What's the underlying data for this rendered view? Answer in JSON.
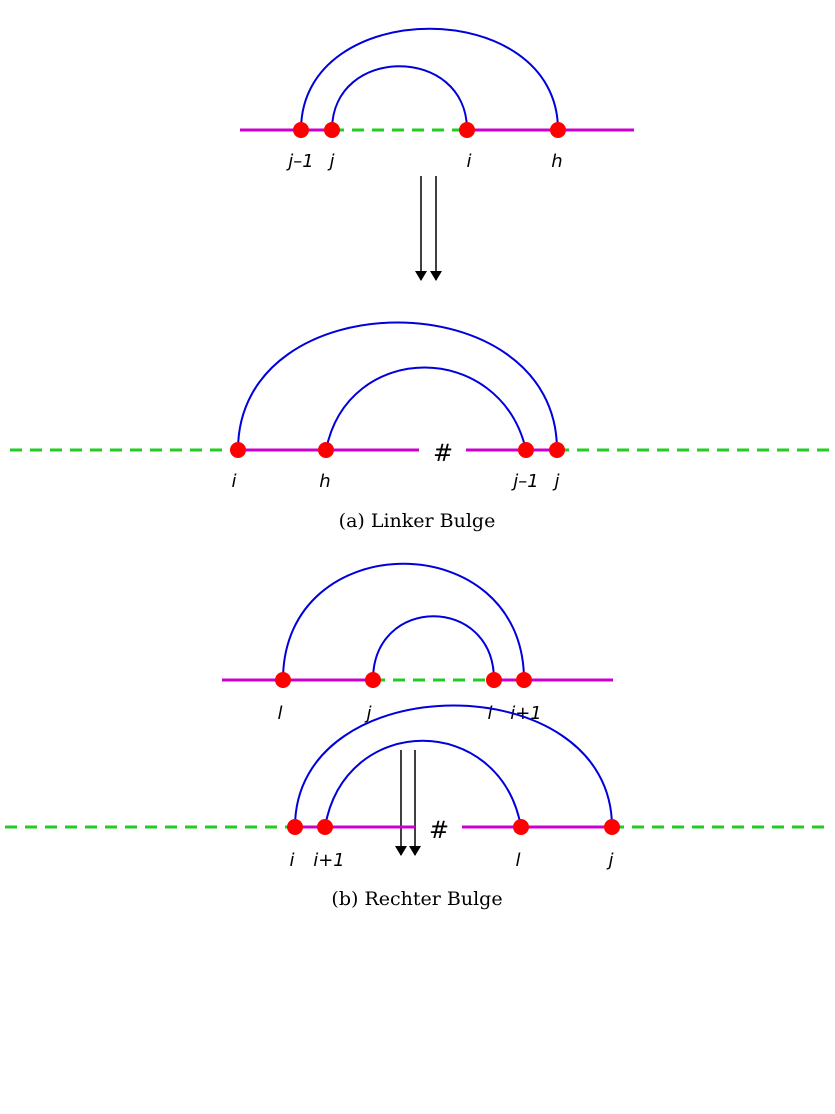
{
  "colors": {
    "solid_segment": "#cc00cc",
    "dashed_segment": "#22cc22",
    "arc": "#0000dd",
    "node": "#ff0000",
    "arrow": "#000000"
  },
  "hash_symbol": "#",
  "panel_a": {
    "caption": "(a) Linker Bulge",
    "before_labels": [
      "j–1",
      "j",
      "i",
      "h"
    ],
    "after_labels": [
      "i",
      "h",
      "j–1",
      "j"
    ]
  },
  "panel_b": {
    "caption": "(b) Rechter Bulge",
    "before_labels": [
      "l",
      "j",
      "i",
      "i+1"
    ],
    "after_labels": [
      "i",
      "i+1",
      "l",
      "j"
    ]
  }
}
